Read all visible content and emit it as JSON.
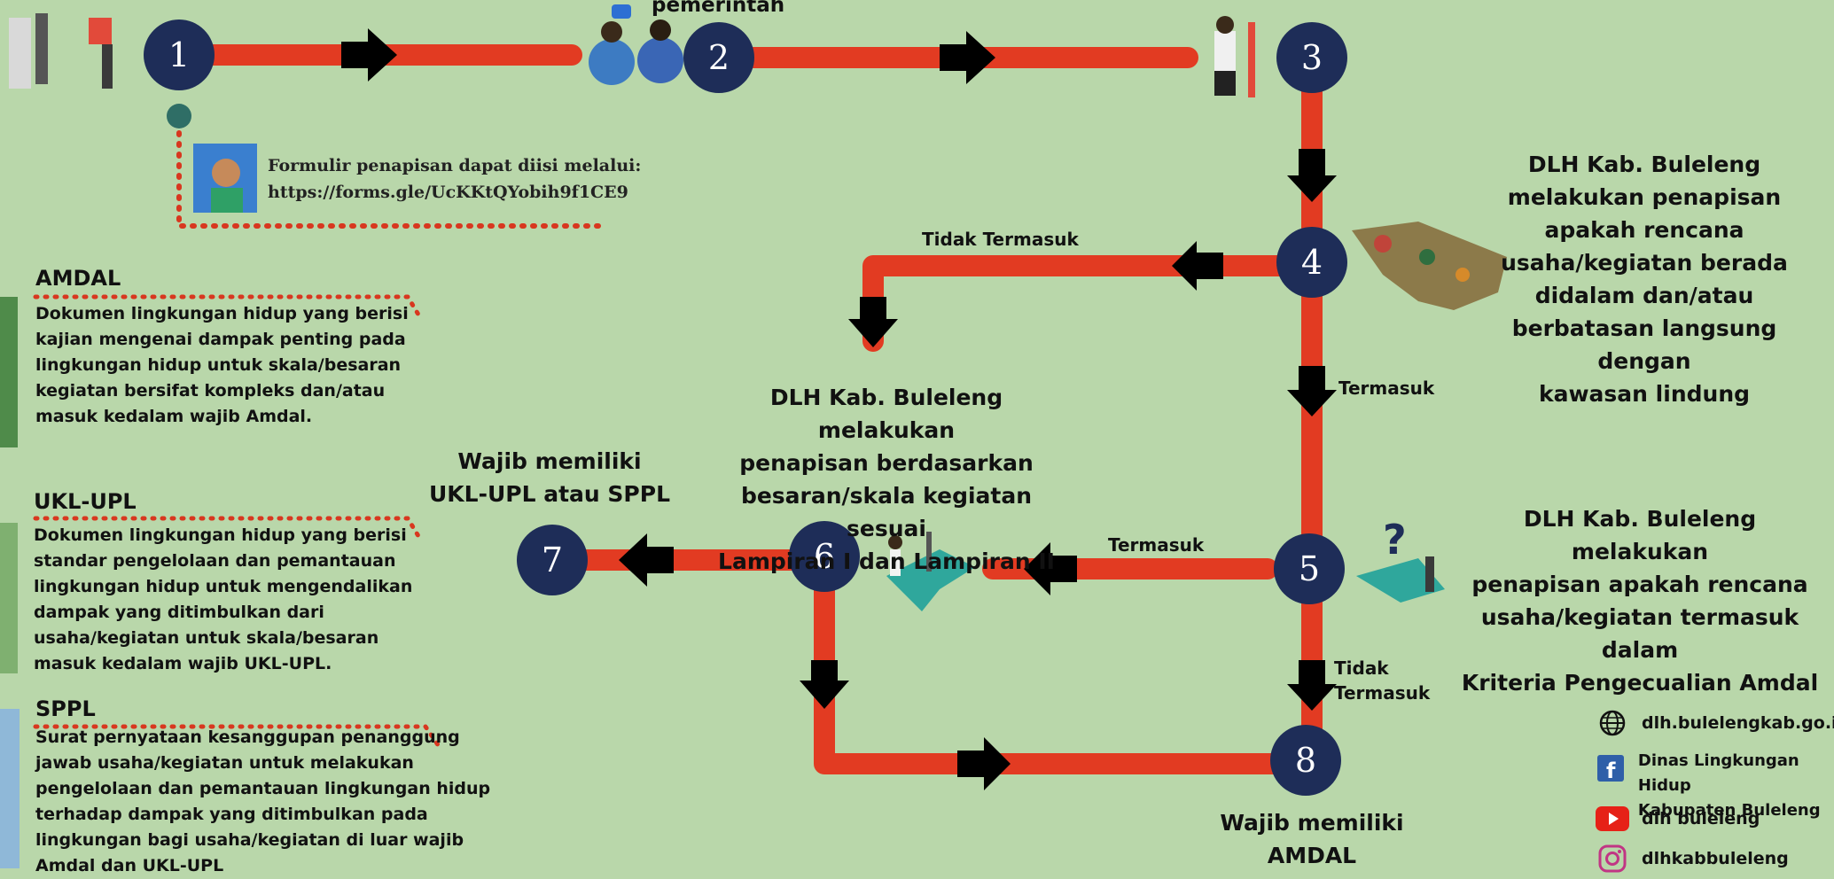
{
  "nodes": [
    {
      "n": "1"
    },
    {
      "n": "2"
    },
    {
      "n": "3"
    },
    {
      "n": "4"
    },
    {
      "n": "5"
    },
    {
      "n": "6"
    },
    {
      "n": "7"
    },
    {
      "n": "8"
    }
  ],
  "top_fragment": "pemerintah",
  "form_note": {
    "line1": "Formulir penapisan dapat diisi melalui:",
    "line2": "https://forms.gle/UcKKtQYobih9f1CE9"
  },
  "edge_labels": {
    "tidak_termasuk_top": "Tidak Termasuk",
    "termasuk_right": "Termasuk",
    "termasuk_mid": "Termasuk",
    "tidak": "Tidak",
    "termasuk_bottom": "Termasuk"
  },
  "step4_desc": [
    "DLH Kab. Buleleng",
    "melakukan penapisan",
    "apakah rencana",
    "usaha/kegiatan berada",
    "didalam dan/atau",
    "berbatasan langsung dengan",
    "kawasan lindung"
  ],
  "step5_desc": [
    "DLH Kab. Buleleng melakukan",
    "penapisan apakah rencana",
    "usaha/kegiatan termasuk dalam",
    "Kriteria Pengecualian Amdal"
  ],
  "step6_desc": [
    "DLH Kab. Buleleng melakukan",
    "penapisan berdasarkan",
    "besaran/skala kegiatan sesuai",
    "Lampiran I dan Lampiran II"
  ],
  "step7_desc": [
    "Wajib memiliki",
    "UKL-UPL atau SPPL"
  ],
  "step8_desc": [
    "Wajib memiliki",
    "AMDAL"
  ],
  "definitions": {
    "amdal": {
      "title": "AMDAL",
      "lines": [
        "Dokumen lingkungan hidup yang berisi",
        "kajian mengenai dampak penting pada",
        "lingkungan hidup untuk skala/besaran",
        "kegiatan bersifat kompleks dan/atau",
        "masuk kedalam wajib Amdal."
      ]
    },
    "ukl": {
      "title": "UKL-UPL",
      "lines": [
        "Dokumen lingkungan hidup yang berisi",
        "standar pengelolaan dan pemantauan",
        "lingkungan hidup untuk mengendalikan",
        "dampak yang ditimbulkan dari",
        "usaha/kegiatan untuk skala/besaran",
        "masuk kedalam wajib UKL-UPL."
      ]
    },
    "sppl": {
      "title": "SPPL",
      "lines": [
        "Surat pernyataan kesanggupan penanggung",
        "jawab usaha/kegiatan untuk melakukan",
        "pengelolaan dan pemantauan lingkungan hidup",
        "terhadap dampak yang ditimbulkan pada",
        "lingkungan bagi usaha/kegiatan di luar wajib",
        "Amdal dan UKL-UPL"
      ]
    }
  },
  "social": {
    "web": "dlh.bulelengkab.go.id",
    "fb_line1": "Dinas Lingkungan Hidup",
    "fb_line2": "Kabupaten Buleleng",
    "youtube": "dlh buleleng",
    "instagram": "dlhkabbuleleng"
  },
  "colors": {
    "background": "#b9d7aa",
    "line": "#e23b22",
    "node": "#1e2d58",
    "arrow": "#000000",
    "dots": "#d8371f"
  }
}
